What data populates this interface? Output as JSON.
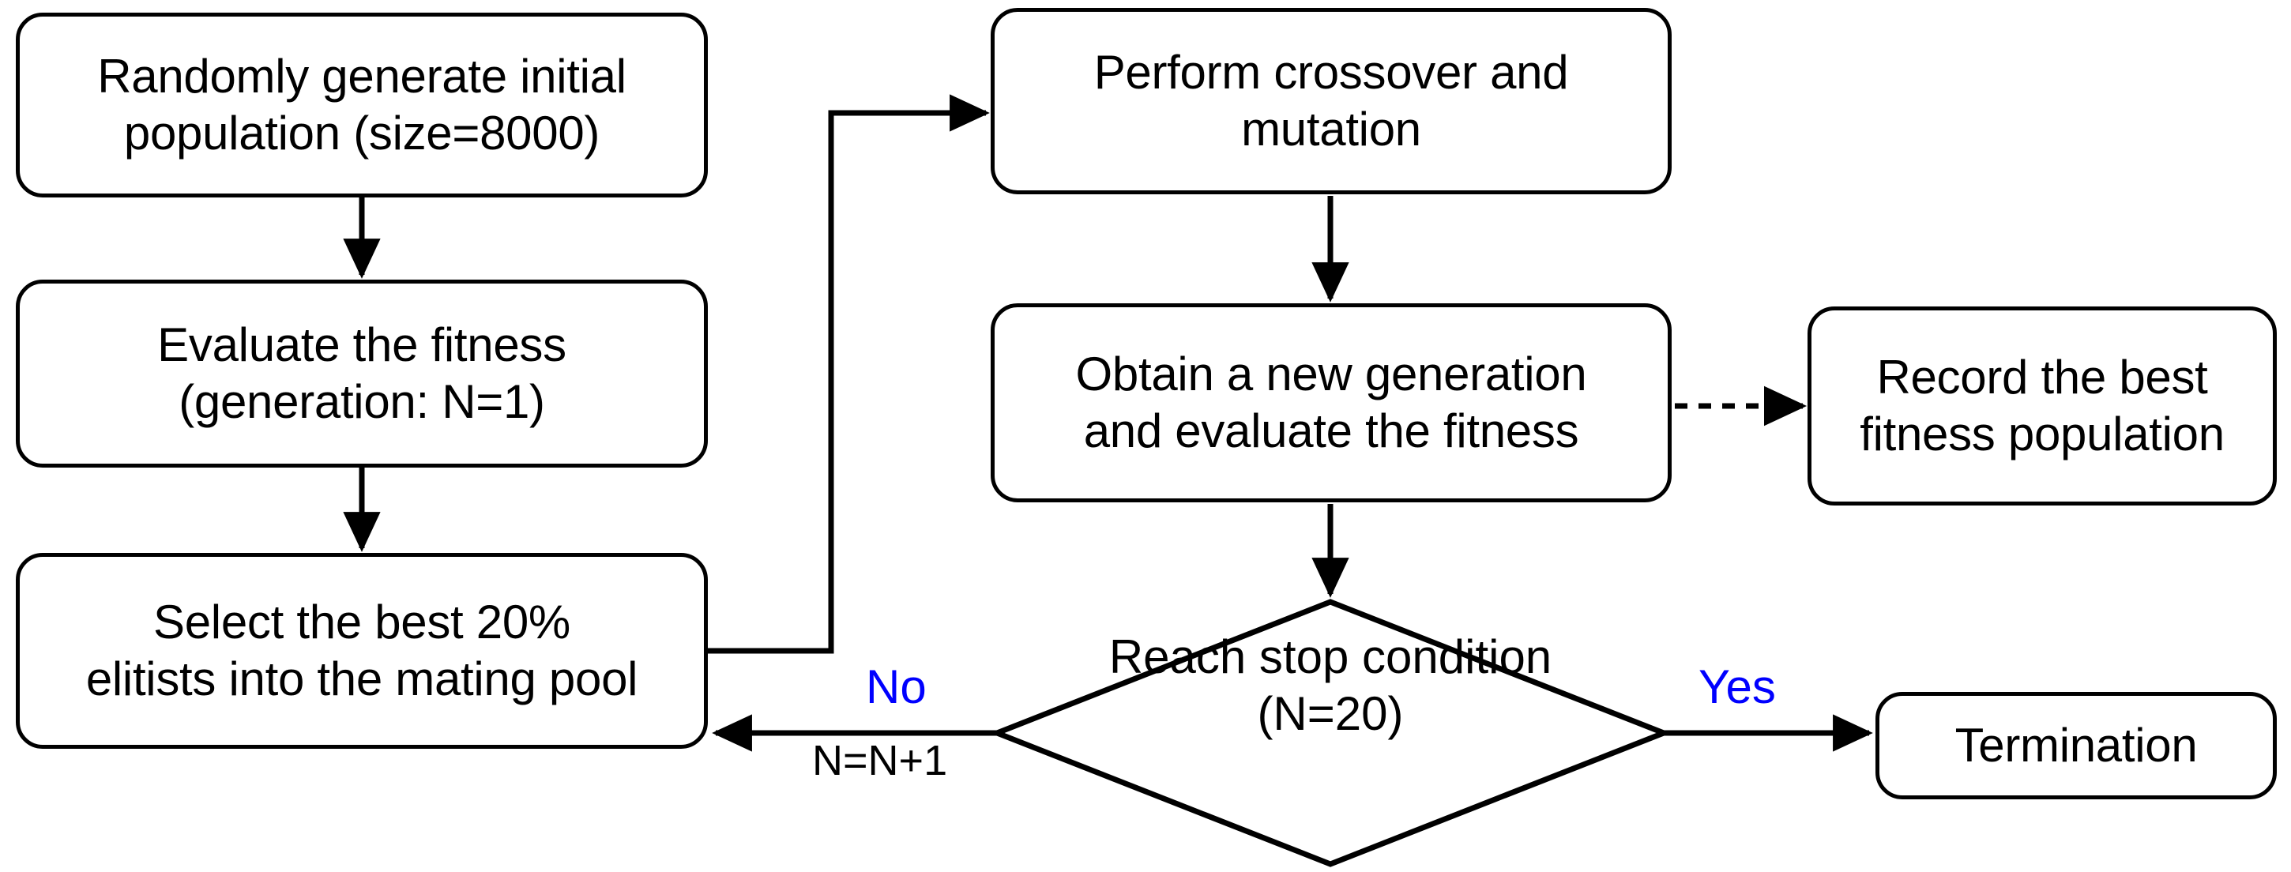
{
  "diagram": {
    "title": "Genetic algorithm flowchart",
    "colors": {
      "stroke": "#000000",
      "fill": "#ffffff",
      "label_accent": "#0000ff"
    },
    "nodes": {
      "init": {
        "shape": "rounded-rectangle",
        "line1": "Randomly generate initial",
        "line2": "population (size=8000)"
      },
      "evaluate": {
        "shape": "rounded-rectangle",
        "line1": "Evaluate the fitness",
        "line2": "(generation: N=1)"
      },
      "select": {
        "shape": "rounded-rectangle",
        "line1": "Select the best 20%",
        "line2": "elitists into the mating pool"
      },
      "crossover": {
        "shape": "rounded-rectangle",
        "line1": "Perform crossover and",
        "line2": "mutation"
      },
      "obtain": {
        "shape": "rounded-rectangle",
        "line1": "Obtain a new generation",
        "line2": "and evaluate the fitness"
      },
      "record": {
        "shape": "rounded-rectangle",
        "line1": "Record the best",
        "line2": "fitness population"
      },
      "decision": {
        "shape": "diamond",
        "line1": "Reach",
        "line2": "stop condition",
        "line3": "(N=20)"
      },
      "termination": {
        "shape": "rounded-rectangle",
        "line1": "Termination"
      }
    },
    "edge_labels": {
      "no": "No",
      "increment": "N=N+1",
      "yes": "Yes"
    }
  },
  "chart_data": {
    "type": "flowchart",
    "title": "Genetic algorithm flowchart",
    "nodes": [
      {
        "id": "init",
        "type": "process",
        "text": "Randomly generate initial population (size=8000)"
      },
      {
        "id": "evaluate",
        "type": "process",
        "text": "Evaluate the fitness (generation: N=1)"
      },
      {
        "id": "select",
        "type": "process",
        "text": "Select the best 20% elitists into the mating pool"
      },
      {
        "id": "crossover",
        "type": "process",
        "text": "Perform crossover and mutation"
      },
      {
        "id": "obtain",
        "type": "process",
        "text": "Obtain a new generation and evaluate the fitness"
      },
      {
        "id": "record",
        "type": "process",
        "text": "Record the best fitness population"
      },
      {
        "id": "decision",
        "type": "decision",
        "text": "Reach stop condition (N=20)"
      },
      {
        "id": "termination",
        "type": "terminal",
        "text": "Termination"
      }
    ],
    "edges": [
      {
        "from": "init",
        "to": "evaluate",
        "style": "solid",
        "label": ""
      },
      {
        "from": "evaluate",
        "to": "select",
        "style": "solid",
        "label": ""
      },
      {
        "from": "select",
        "to": "crossover",
        "style": "solid",
        "label": ""
      },
      {
        "from": "crossover",
        "to": "obtain",
        "style": "solid",
        "label": ""
      },
      {
        "from": "obtain",
        "to": "record",
        "style": "dashed",
        "label": ""
      },
      {
        "from": "obtain",
        "to": "decision",
        "style": "solid",
        "label": ""
      },
      {
        "from": "decision",
        "to": "select",
        "style": "solid",
        "label": "No / N=N+1"
      },
      {
        "from": "decision",
        "to": "termination",
        "style": "solid",
        "label": "Yes"
      }
    ],
    "parameters": {
      "population_size": 8000,
      "elitist_fraction_percent": 20,
      "max_generations": 20,
      "initial_generation": 1
    }
  }
}
